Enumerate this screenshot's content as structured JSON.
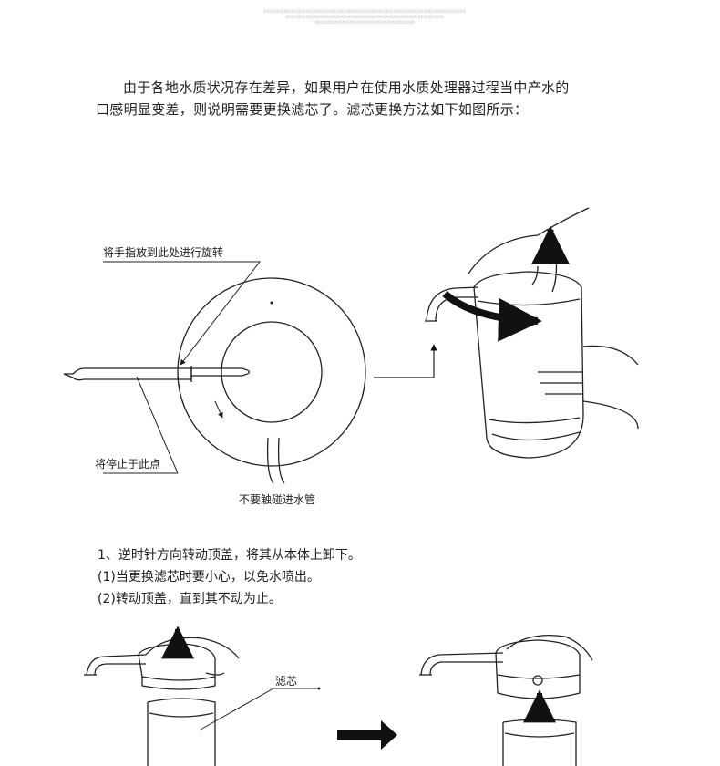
{
  "header": {
    "fine_print_1": "XXXXXXXXXXXXXXXXXXXXXXXXXXXXXXXXXXXXXXXXXXXXXXXXXXXXXXXXXXXXXXXXXXXXXXXXXXXXXXXXX",
    "fine_print_2": "XXXXXXXXXXXXXXXXXXXXXXXXXXXXXXXXXXXXXXXXXXXXXXXXXXXXXXXXXXXXXXX",
    "fine_print_3": "XXXXXXXXXXXXXXXXXXXXXXXXXXXXXXXXXXXXXXXX"
  },
  "intro": {
    "line1": "由于各地水质状况存在差异，如果用户在使用水质处理器过程当中产水的",
    "line2": "口感明显变差，则说明需要更换滤芯了。滤芯更换方法如下如图所示："
  },
  "figure1": {
    "label_rotate": "将手指放到此处进行旋转",
    "label_stop": "将停止于此点",
    "label_no_touch": "不要触碰进水管"
  },
  "steps": {
    "step1": "1、逆时针方向转动顶盖，将其从本体上卸下。",
    "note1": "(1)当更换滤芯时要小心，以免水喷出。",
    "note2": "(2)转动顶盖，直到其不动为止。"
  },
  "figure2": {
    "label_filter": "滤芯"
  }
}
